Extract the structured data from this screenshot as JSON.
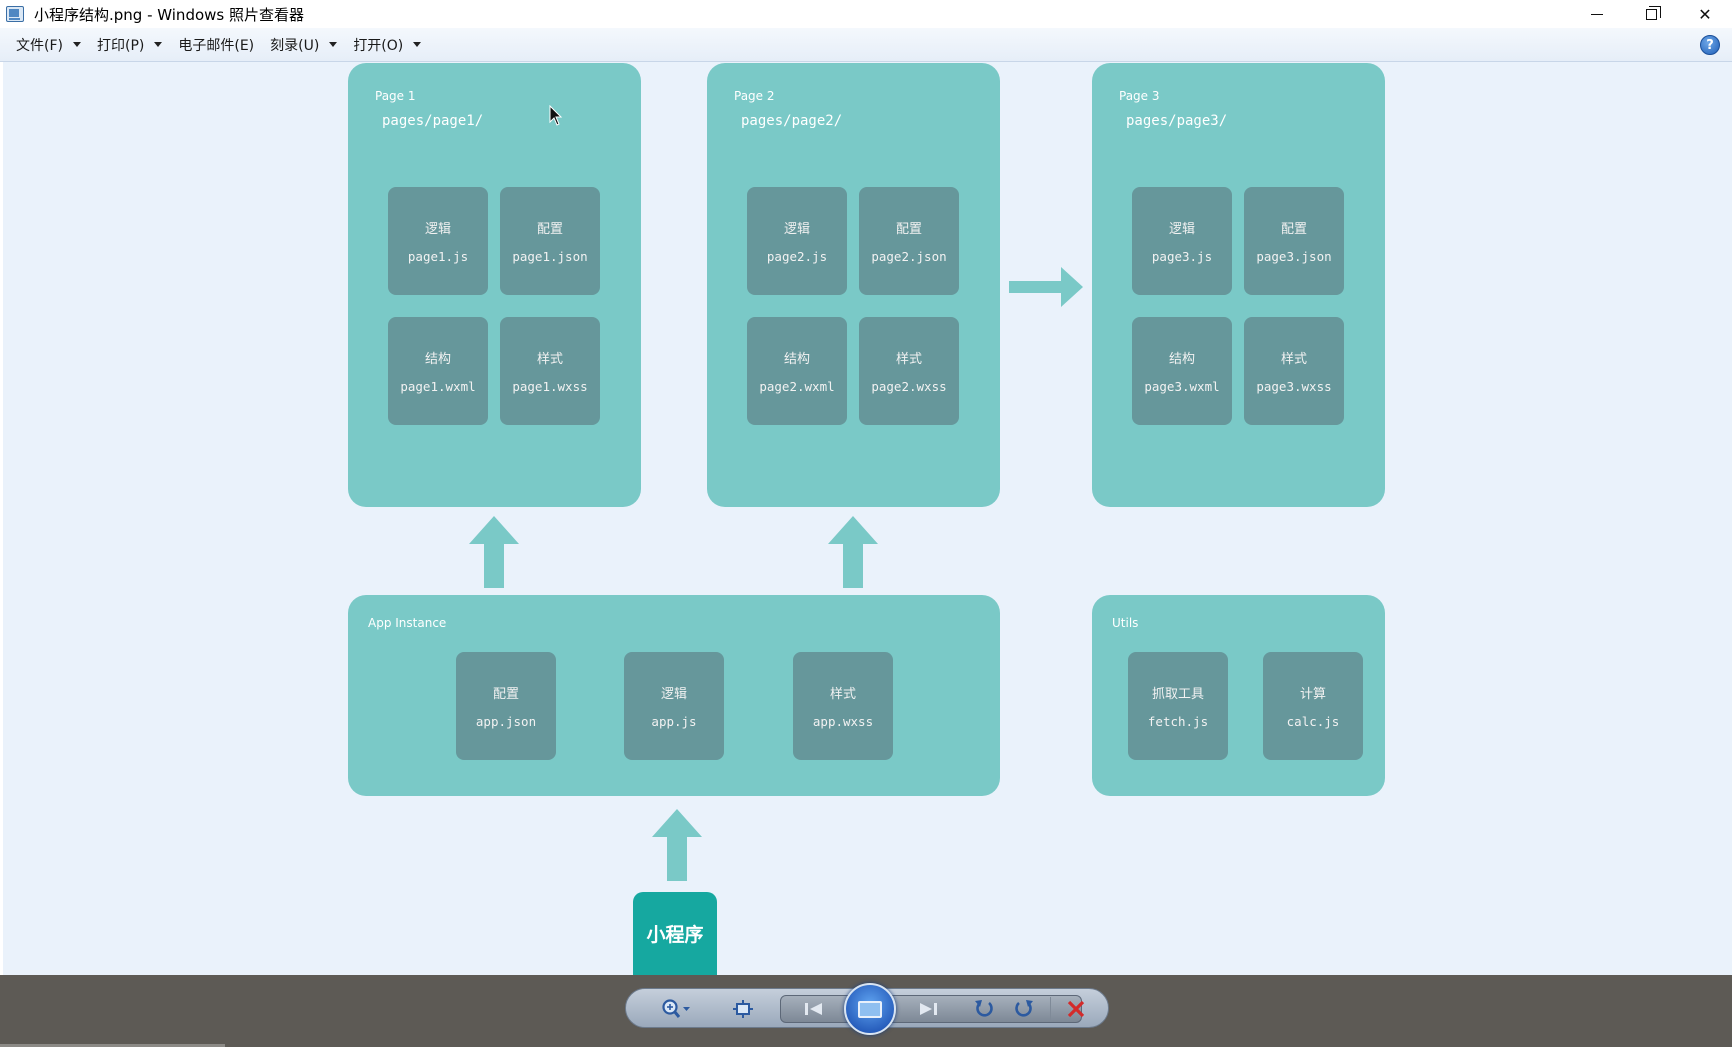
{
  "window": {
    "title": "小程序结构.png - Windows 照片查看器",
    "min_symbol": "",
    "close_symbol": "✕"
  },
  "menu": {
    "file": "文件(F)",
    "print": "打印(P)",
    "email": "电子邮件(E)",
    "burn": "刻录(U)",
    "open": "打开(O)",
    "help": "?"
  },
  "diagram": {
    "page1": {
      "label": "Page 1",
      "path": "pages/page1/",
      "tiles": [
        {
          "cn": "逻辑",
          "file": "page1.js"
        },
        {
          "cn": "配置",
          "file": "page1.json"
        },
        {
          "cn": "结构",
          "file": "page1.wxml"
        },
        {
          "cn": "样式",
          "file": "page1.wxss"
        }
      ]
    },
    "page2": {
      "label": "Page 2",
      "path": "pages/page2/",
      "tiles": [
        {
          "cn": "逻辑",
          "file": "page2.js"
        },
        {
          "cn": "配置",
          "file": "page2.json"
        },
        {
          "cn": "结构",
          "file": "page2.wxml"
        },
        {
          "cn": "样式",
          "file": "page2.wxss"
        }
      ]
    },
    "page3": {
      "label": "Page 3",
      "path": "pages/page3/",
      "tiles": [
        {
          "cn": "逻辑",
          "file": "page3.js"
        },
        {
          "cn": "配置",
          "file": "page3.json"
        },
        {
          "cn": "结构",
          "file": "page3.wxml"
        },
        {
          "cn": "样式",
          "file": "page3.wxss"
        }
      ]
    },
    "app": {
      "label": "App Instance",
      "tiles": [
        {
          "cn": "配置",
          "file": "app.json"
        },
        {
          "cn": "逻辑",
          "file": "app.js"
        },
        {
          "cn": "样式",
          "file": "app.wxss"
        }
      ]
    },
    "utils": {
      "label": "Utils",
      "tiles": [
        {
          "cn": "抓取工具",
          "file": "fetch.js"
        },
        {
          "cn": "计算",
          "file": "calc.js"
        }
      ]
    },
    "entry": "小程序",
    "panel_color": "#7ac9c7",
    "tile_color": "#66979b",
    "entry_color": "#16a8a0"
  },
  "controls": {
    "zoom_icon": "magnifier-icon",
    "fit_icon": "actual-size-icon",
    "prev_icon": "previous-icon",
    "slideshow_icon": "slideshow-icon",
    "next_icon": "next-icon",
    "rotate_ccw_icon": "rotate-counterclockwise-icon",
    "rotate_cw_icon": "rotate-clockwise-icon",
    "delete_icon": "delete-icon"
  }
}
